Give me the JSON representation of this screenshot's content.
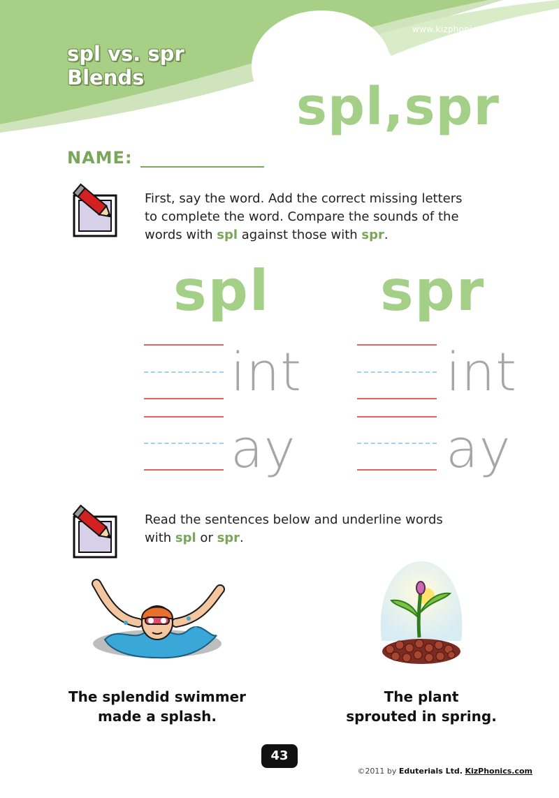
{
  "header": {
    "site_url": "www.kizphonics.com",
    "title_line1": "spl vs. spr",
    "title_line2": "Blends",
    "big_heading": "spl,spr",
    "colors": {
      "green_dark": "#a8cf86",
      "green_light": "#d9ecc8",
      "heading_green": "#a3cf86"
    }
  },
  "name": {
    "label": "NAME:"
  },
  "exercise1": {
    "icon": "pencil-checkbox-icon",
    "line1": "First, say the word. Add the correct missing letters",
    "line2": "to complete the word. Compare the sounds of the",
    "line3_a": "words with ",
    "line3_b": "spl",
    "line3_c": " against those with ",
    "line3_d": "spr",
    "line3_e": "."
  },
  "columns": [
    {
      "heading": "spl",
      "suffixes": [
        "int",
        "ay"
      ]
    },
    {
      "heading": "spr",
      "suffixes": [
        "int",
        "ay"
      ]
    }
  ],
  "exercise2": {
    "icon": "pencil-checkbox-icon",
    "line1": "Read the sentences below and underline words",
    "line2_a": "with ",
    "line2_b": "spl",
    "line2_c": " or ",
    "line2_d": "spr",
    "line2_e": "."
  },
  "pictures": [
    {
      "icon": "swimmer-splash-illustration",
      "line1": "The splendid swimmer",
      "line2": "made a splash."
    },
    {
      "icon": "sprouting-plant-illustration",
      "line1": "The plant",
      "line2": "sprouted in spring."
    }
  ],
  "footer": {
    "page_number": "43",
    "copyright": "©2011 by ",
    "company": "Eduterials Ltd.",
    "site": "KizPhonics.com"
  }
}
